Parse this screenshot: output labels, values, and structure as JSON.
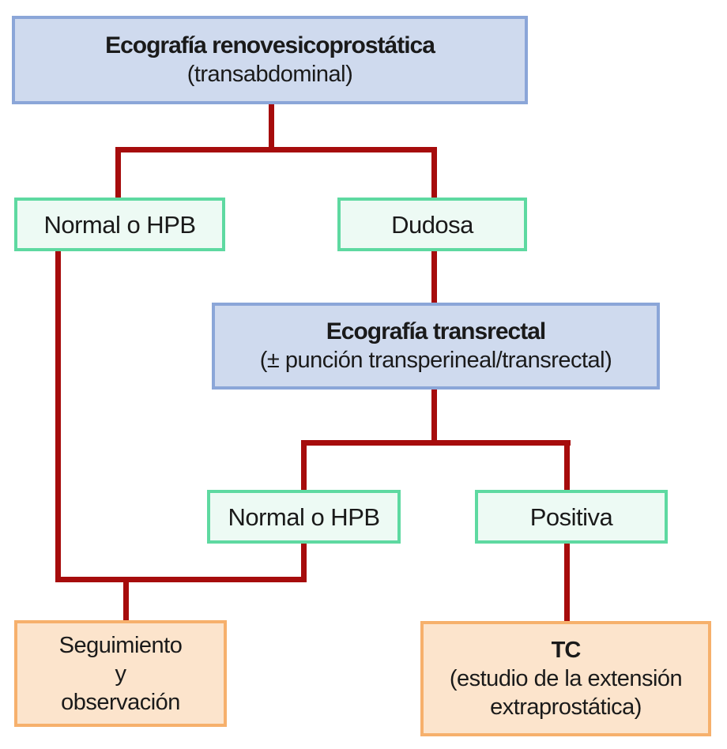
{
  "colors": {
    "connector": "#a60c0c",
    "procedure-fill": "#cfdaee",
    "procedure-border": "#8ba6d8",
    "result-fill": "#edfaf4",
    "result-border": "#5ed9a1",
    "outcome-fill": "#fce4cc",
    "outcome-border": "#f6b06c",
    "text": "#1a1a1a",
    "background": "#ffffff"
  },
  "nodes": {
    "eco_renovesico": {
      "title": "Ecografía renovesicoprostática",
      "subtitle": "(transabdominal)"
    },
    "normal_hpb_1": {
      "label": "Normal o HPB"
    },
    "dudosa": {
      "label": "Dudosa"
    },
    "eco_transrectal": {
      "title": "Ecografía transrectal",
      "subtitle": "(± punción transperineal/transrectal)"
    },
    "normal_hpb_2": {
      "label": "Normal o HPB"
    },
    "positiva": {
      "label": "Positiva"
    },
    "seguimiento": {
      "line1": "Seguimiento",
      "line2": "y",
      "line3": "observación"
    },
    "tc": {
      "title": "TC",
      "subtitle_line1": "(estudio de la extensión",
      "subtitle_line2": "extraprostática)"
    }
  }
}
